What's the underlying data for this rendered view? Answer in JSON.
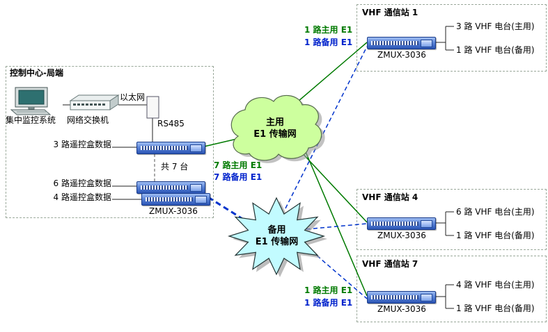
{
  "diagram": {
    "control_center": {
      "title": "控制中心-局端",
      "monitor_label": "集中监控系统",
      "switch_label": "网络交换机",
      "ethernet_label": "以太网",
      "rs485_label": "RS485",
      "link1_label": "3 路遥控盒数据",
      "count_label": "共 7 台",
      "link2_label": "6 路遥控盒数据",
      "link3_label": "4 路遥控盒数据",
      "device_label": "ZMUX-3036"
    },
    "primary_cloud": {
      "line1": "主用",
      "line2": "E1 传输网"
    },
    "backup_cloud": {
      "line1": "备用",
      "line2": "E1 传输网"
    },
    "links": {
      "top_primary": "1 路主用 E1",
      "top_backup": "1 路备用 E1",
      "mid_primary": "7 路主用 E1",
      "mid_backup": "7 路备用 E1",
      "bottom_primary": "1 路主用 E1",
      "bottom_backup": "1 路备用 E1"
    },
    "stations": [
      {
        "title": "VHF 通信站 1",
        "device": "ZMUX-3036",
        "primary_label": "3 路 VHF 电台(主用)",
        "backup_label": "1 路 VHF 电台(备用)"
      },
      {
        "title": "VHF 通信站 4",
        "device": "ZMUX-3036",
        "primary_label": "6 路 VHF 电台(主用)",
        "backup_label": "1 路 VHF 电台(备用)"
      },
      {
        "title": "VHF 通信站 7",
        "device": "ZMUX-3036",
        "primary_label": "4 路 VHF 电台(主用)",
        "backup_label": "1 路 VHF 电台(备用)"
      }
    ],
    "icons": {
      "computer": "monitor-keyboard-icon",
      "switch": "network-switch-icon",
      "converter": "rs485-converter-icon",
      "device": "zmux-rack-icon"
    },
    "colors": {
      "primary_green": "#007a00",
      "backup_blue": "#0033cc",
      "cloud_fill": "#cdff9e",
      "burst_fill": "#c2fbff",
      "device_blue": "#3366cc"
    }
  }
}
